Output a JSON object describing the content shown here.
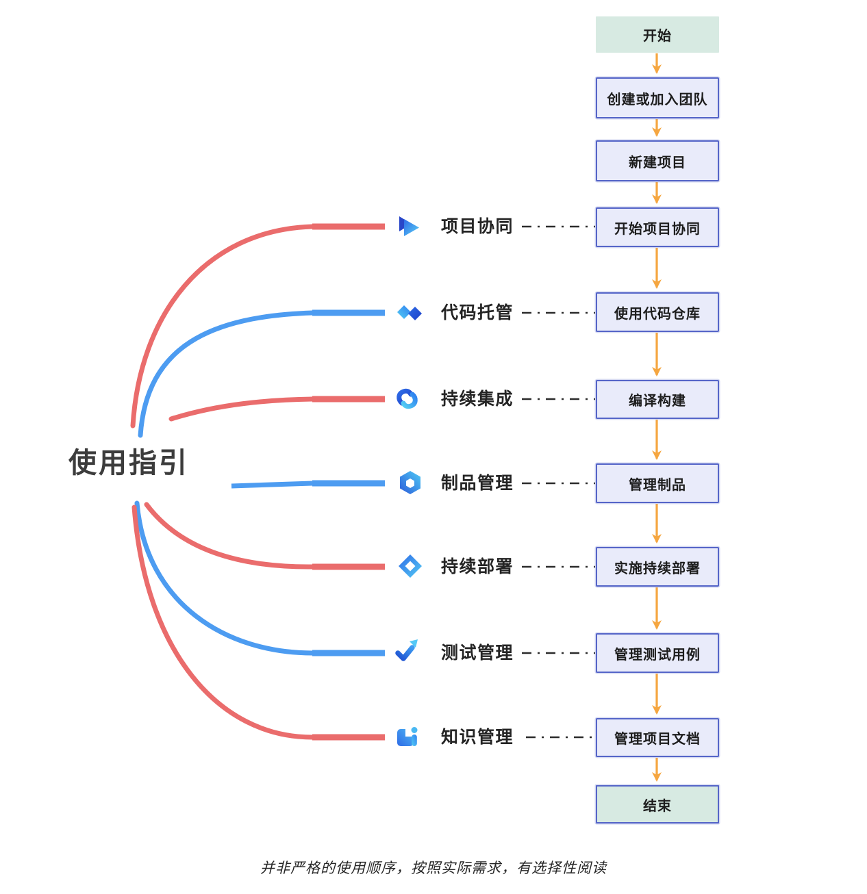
{
  "root": {
    "label": "使用指引"
  },
  "branches": [
    {
      "label": "项目协同",
      "icon": "project-collab-icon",
      "line_color": "#EA6C6C"
    },
    {
      "label": "代码托管",
      "icon": "code-hosting-icon",
      "line_color": "#4D9CF1"
    },
    {
      "label": "持续集成",
      "icon": "continuous-integration-icon",
      "line_color": "#EA6C6C"
    },
    {
      "label": "制品管理",
      "icon": "artifact-management-icon",
      "line_color": "#4D9CF1"
    },
    {
      "label": "持续部署",
      "icon": "continuous-deployment-icon",
      "line_color": "#EA6C6C"
    },
    {
      "label": "测试管理",
      "icon": "test-management-icon",
      "line_color": "#4D9CF1"
    },
    {
      "label": "知识管理",
      "icon": "knowledge-management-icon",
      "line_color": "#EA6C6C"
    }
  ],
  "flow": {
    "nodes": [
      {
        "label": "开始",
        "type": "terminal-start"
      },
      {
        "label": "创建或加入团队",
        "type": "process"
      },
      {
        "label": "新建项目",
        "type": "process"
      },
      {
        "label": "开始项目协同",
        "type": "process"
      },
      {
        "label": "使用代码仓库",
        "type": "process"
      },
      {
        "label": "编译构建",
        "type": "process"
      },
      {
        "label": "管理制品",
        "type": "process"
      },
      {
        "label": "实施持续部署",
        "type": "process"
      },
      {
        "label": "管理测试用例",
        "type": "process"
      },
      {
        "label": "管理项目文档",
        "type": "process"
      },
      {
        "label": "结束",
        "type": "terminal-end"
      }
    ]
  },
  "note": "并非严格的使用顺序，按照实际需求，有选择性阅读",
  "colors": {
    "branch_red": "#EA6C6C",
    "branch_blue": "#4D9CF1",
    "arrow_orange": "#F5A640",
    "process_fill": "#E9EBFA",
    "node_border": "#5565C8",
    "terminal_fill": "#D7EAE2",
    "connector_dash": "#2B2B2B",
    "root_text": "#3C3C3C"
  }
}
